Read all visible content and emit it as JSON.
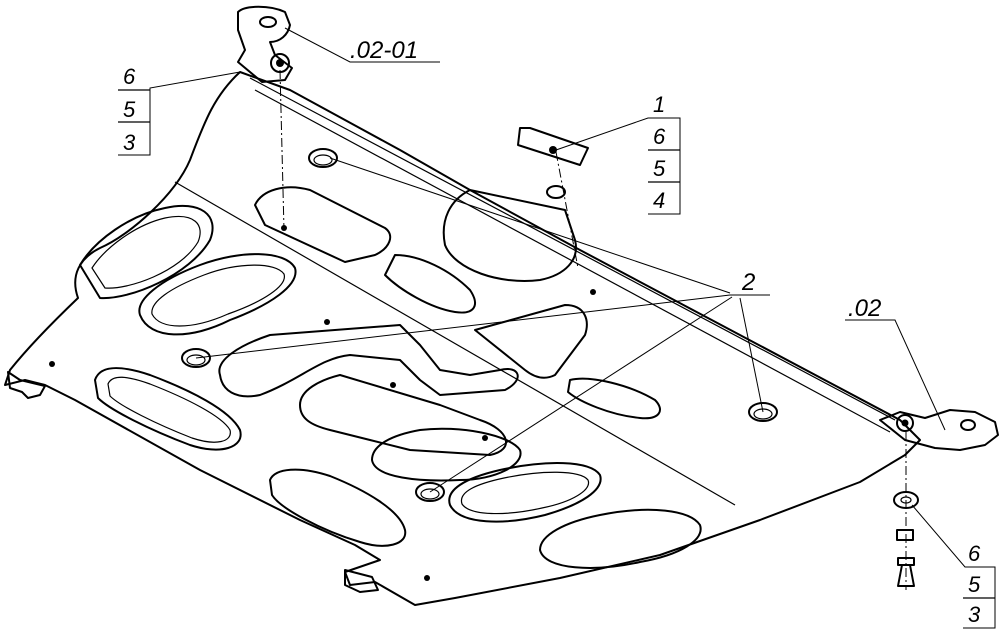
{
  "callouts": {
    "part_02_01": ".02-01",
    "part_02": ".02",
    "part_2": "2",
    "stack_top_left": [
      "6",
      "5",
      "3"
    ],
    "stack_center": [
      "1",
      "6",
      "5",
      "4"
    ],
    "stack_bottom_right": [
      "6",
      "5",
      "3"
    ]
  }
}
